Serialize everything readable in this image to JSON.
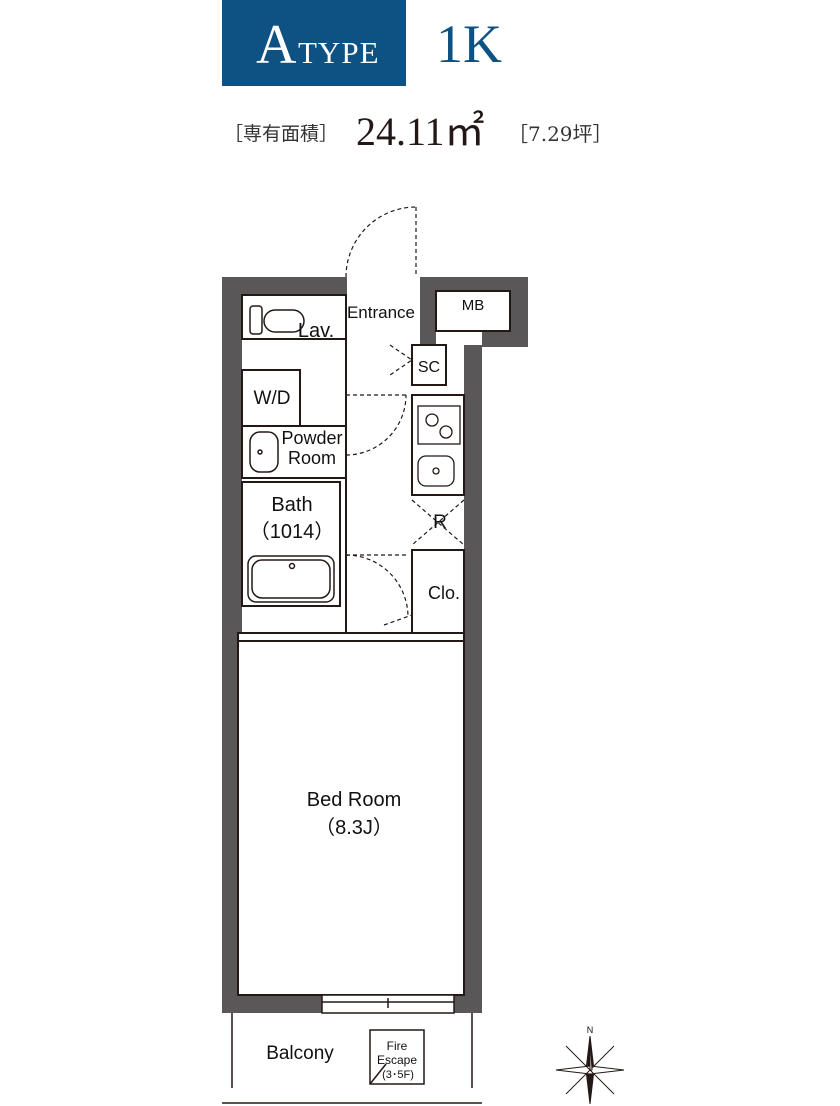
{
  "header": {
    "type_letter": "A",
    "type_word": "TYPE",
    "layout": "1K"
  },
  "area": {
    "label": "［専有面積］",
    "value": "24.11㎡",
    "tsubo": "［7.29坪］"
  },
  "rooms": {
    "entrance": "Entrance",
    "mb": "MB",
    "lav": "Lav.",
    "sc": "SC",
    "wd": "W/D",
    "powder_line1": "Powder",
    "powder_line2": "Room",
    "bath_line1": "Bath",
    "bath_line2": "（1014）",
    "r": "R",
    "clo": "Clo.",
    "bedroom_line1": "Bed Room",
    "bedroom_line2": "（8.3J）",
    "balcony": "Balcony",
    "fire_line1": "Fire",
    "fire_line2": "Escape",
    "fire_line3": "(3･5F)"
  },
  "compass": {
    "north": "N"
  },
  "colors": {
    "brand_blue": "#0d5283",
    "wall": "#595757"
  }
}
